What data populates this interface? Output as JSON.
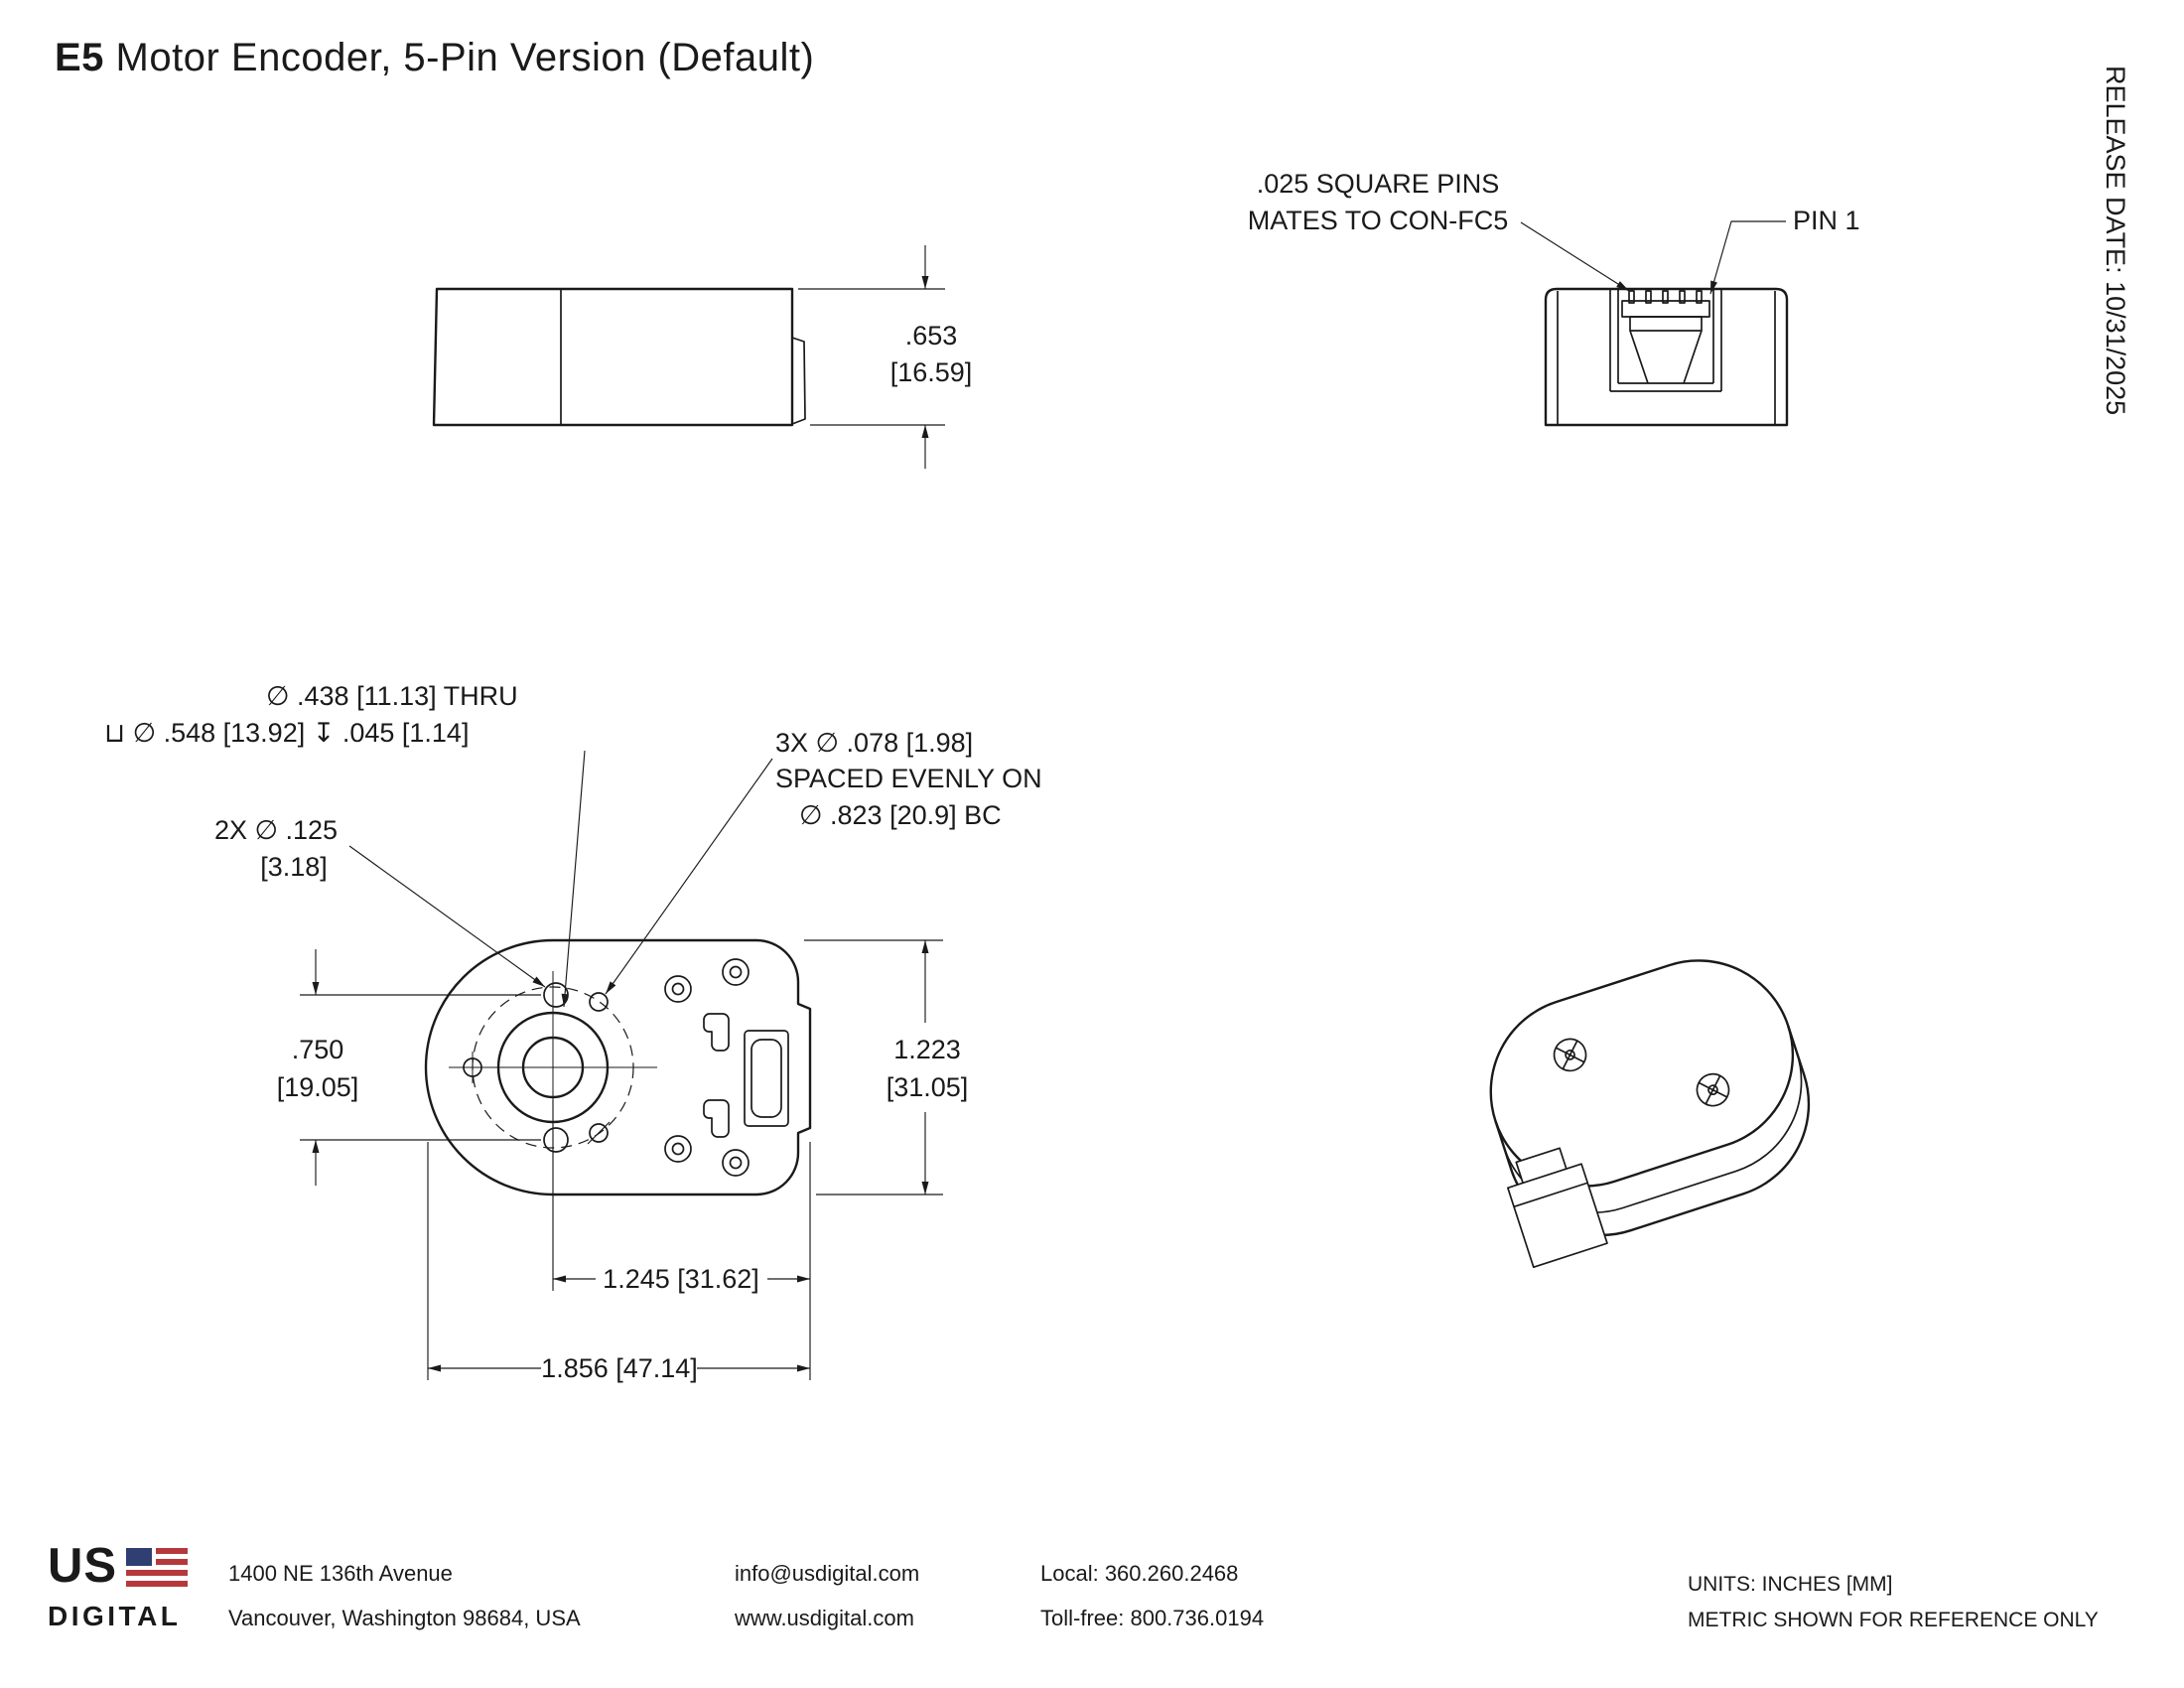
{
  "colors": {
    "ink": "#1a1a1a",
    "flag_red": "#b5393b",
    "flag_blue": "#2f3f72"
  },
  "title": {
    "model": "E5",
    "rest": " Motor Encoder, 5-Pin Version (Default)"
  },
  "release_date": "RELEASE DATE: 10/31/2025",
  "side_view": {
    "height_in": ".653",
    "height_mm": "[16.59]"
  },
  "pin_view": {
    "note_line1": ".025 SQUARE PINS",
    "note_line2": "MATES TO CON-FC5",
    "pin1": "PIN 1"
  },
  "face_view": {
    "thru_note": "∅ .438 [11.13] THRU",
    "cbore_note": "⊔ ∅ .548 [13.92] ↧ .045 [1.14]",
    "holes2x_line1": "2X ∅ .125",
    "holes2x_line2": "[3.18]",
    "holes3x_line1": "3X ∅ .078 [1.98]",
    "holes3x_line2": "SPACED EVENLY ON",
    "holes3x_line3": "∅ .823 [20.9] BC",
    "dim_750_in": ".750",
    "dim_750_mm": "[19.05]",
    "dim_1223_in": "1.223",
    "dim_1223_mm": "[31.05]",
    "dim_1245": "1.245 [31.62]",
    "dim_1856": "1.856 [47.14]"
  },
  "footer": {
    "logo_us": "US",
    "logo_digital": "DIGITAL",
    "address_line1": "1400 NE 136th Avenue",
    "address_line2": "Vancouver, Washington 98684, USA",
    "email": "info@usdigital.com",
    "website": "www.usdigital.com",
    "phone_local": "Local: 360.260.2468",
    "phone_tollfree": "Toll-free: 800.736.0194",
    "units": "UNITS: INCHES [MM]",
    "metric_note": "METRIC SHOWN FOR REFERENCE ONLY"
  }
}
